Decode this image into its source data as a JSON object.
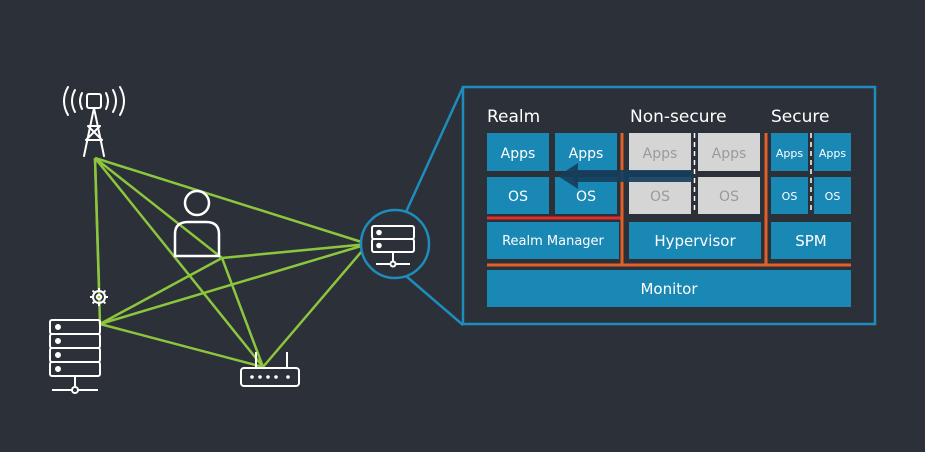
{
  "colors": {
    "background": "#2c3038",
    "link_green": "#8cc63f",
    "panel_blue": "#1a88b4",
    "frame_blue": "#1e8cbc",
    "disabled_grey": "#d5d5d5",
    "disabled_text": "#9a9a9a",
    "separator_orange": "#e0602a",
    "separator_red": "#e52d2d",
    "icon_white": "#ffffff",
    "arrow_navy": "#163e5c"
  },
  "icons": [
    "cell-tower-icon",
    "user-icon",
    "gear-icon",
    "server-stack-icon",
    "router-icon",
    "server-icon"
  ],
  "worlds": {
    "realm": {
      "title": "Realm",
      "apps": "Apps",
      "os": "OS",
      "manager": "Realm Manager"
    },
    "nonsecure": {
      "title": "Non-secure",
      "apps": "Apps",
      "os": "OS",
      "hypervisor": "Hypervisor"
    },
    "secure": {
      "title": "Secure",
      "apps": "Apps",
      "os": "OS",
      "spm": "SPM"
    },
    "monitor": "Monitor"
  }
}
